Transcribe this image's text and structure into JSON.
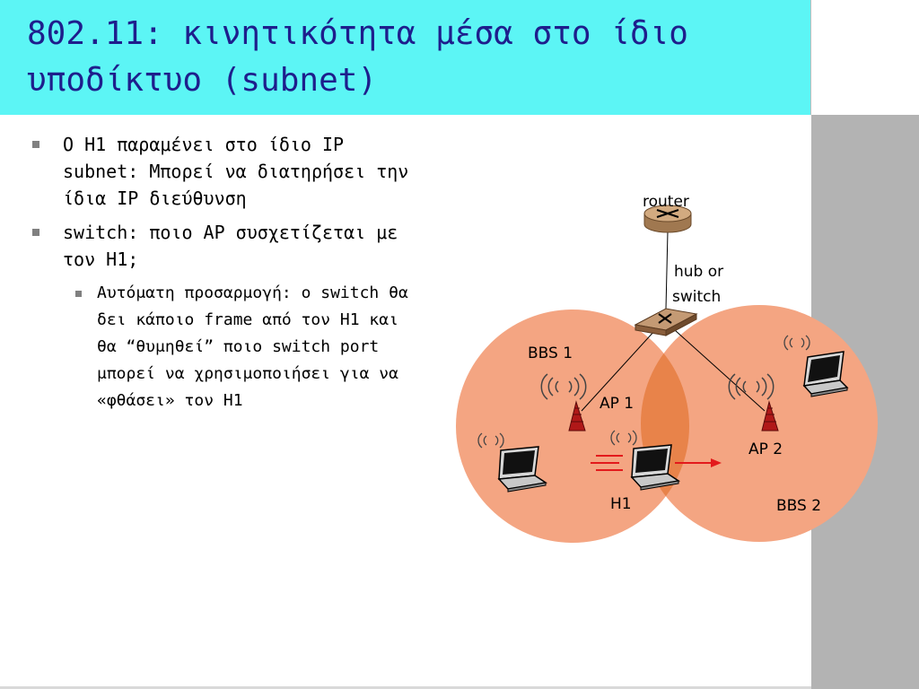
{
  "title": "802.11: κινητικότητα μέσα στο ίδιο υποδίκτυο (subnet)",
  "bullets": [
    {
      "text": "Ο H1 παραμένει στο ίδιο IP subnet: Μπορεί να διατηρήσει την ίδια IP διεύθυνση"
    },
    {
      "text": "switch: ποιο AP συσχετίζεται με τον H1;"
    }
  ],
  "sub_bullets": [
    {
      "text": "Αυτόματη προσαρμογή: ο switch θα δει κάποιο frame από τον H1 και θα “θυμηθεί” ποιο switch port μπορεί να χρησιμοποιήσει για να «φθάσει» τον H1"
    }
  ],
  "diagram": {
    "router_label": "router",
    "hub_label_line1": "hub or",
    "hub_label_line2": "switch",
    "bbs1_label": "BBS 1",
    "bbs2_label": "BBS 2",
    "ap1_label": "AP 1",
    "ap2_label": "AP 2",
    "h1_label": "H1",
    "colors": {
      "bss_fill": "#f4a582",
      "overlap_fill": "#e8834a",
      "router": "#c8a078",
      "switch": "#a0765a",
      "antenna": "#b01818",
      "arrow": "#e31a1c",
      "title_bar": "#5cf5f5",
      "title_text": "#1e1e8c"
    }
  }
}
